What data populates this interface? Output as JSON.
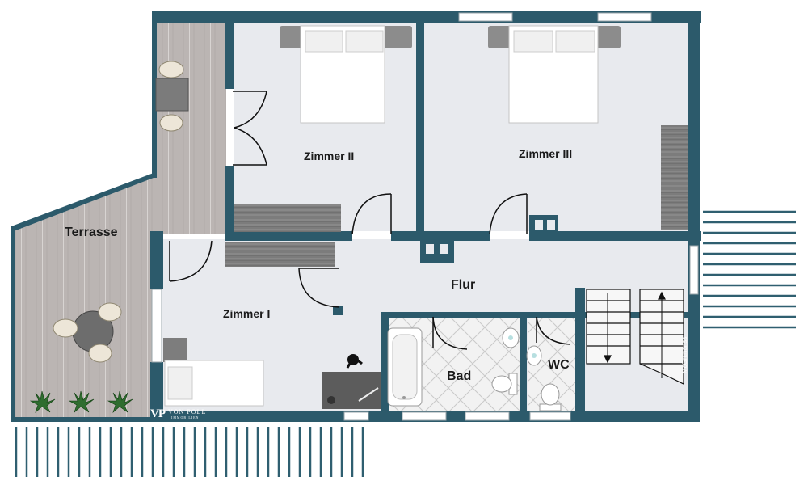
{
  "rooms": {
    "terrasse": "Terrasse",
    "zimmer1": "Zimmer I",
    "zimmer2": "Zimmer II",
    "zimmer3": "Zimmer III",
    "flur": "Flur",
    "bad": "Bad",
    "wc": "WC"
  },
  "branding": {
    "logo_mark": "VP",
    "logo_name": "VON POLL",
    "logo_sub": "IMMOBILIEN",
    "credit": "McGrundriss"
  },
  "colors": {
    "wall": "#2c5a6b",
    "floor": "#e8eaee",
    "deck": "#b9b3b1",
    "stripe": "#2f5f70"
  }
}
